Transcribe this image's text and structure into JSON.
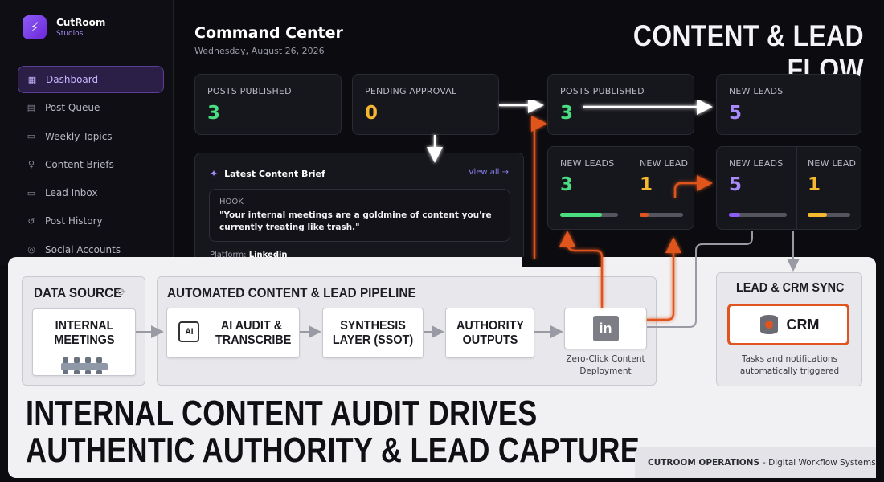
{
  "brand": {
    "name": "CutRoom",
    "sub": "Studios",
    "logo_icon": "bolt-icon",
    "accent": "#8b5cf6"
  },
  "sidebar": {
    "items": [
      {
        "label": "Dashboard",
        "icon": "grid-icon",
        "active": true
      },
      {
        "label": "Post Queue",
        "icon": "calendar-icon"
      },
      {
        "label": "Weekly Topics",
        "icon": "document-icon"
      },
      {
        "label": "Content Briefs",
        "icon": "lightbulb-icon"
      },
      {
        "label": "Lead Inbox",
        "icon": "inbox-icon"
      },
      {
        "label": "Post History",
        "icon": "history-icon"
      },
      {
        "label": "Social Accounts",
        "icon": "instagram-icon"
      }
    ]
  },
  "header": {
    "title": "Command Center",
    "date": "Wednesday, August 26, 2026"
  },
  "flow_title": "CONTENT & LEAD FLOW",
  "stats": {
    "posts_published": {
      "label": "POSTS PUBLISHED",
      "value": "3"
    },
    "pending_approval": {
      "label": "PENDING APPROVAL",
      "value": "0"
    },
    "posts_published_2": {
      "label": "POSTS PUBLISHED",
      "value": "3"
    },
    "new_leads_top": {
      "label": "NEW LEADS",
      "value": "5"
    },
    "leads_a": {
      "label": "NEW LEADS",
      "value": "3",
      "progress": 0.72
    },
    "lead_a": {
      "label": "NEW LEAD",
      "value": "1",
      "progress": 0.2
    },
    "leads_b": {
      "label": "NEW LEADS",
      "value": "5",
      "progress": 0.2
    },
    "lead_b": {
      "label": "NEW LEAD",
      "value": "1",
      "progress": 0.45
    }
  },
  "colors": {
    "green": "#4ade80",
    "orange": "#f5b82e",
    "purple": "#a78bfa",
    "red": "#e0541f",
    "flow_orange": "#e0541f"
  },
  "brief": {
    "title": "Latest Content Brief",
    "view_all": "View all →",
    "hook_label": "HOOK",
    "hook_text": "\"Your internal meetings are a goldmine of content you're currently treating like trash.\"",
    "platform_label": "Platform:",
    "platform_value": "Linkedin"
  },
  "pipeline": {
    "data_source_title": "DATA SOURCE",
    "internal_meetings": "INTERNAL MEETINGS",
    "pipeline_title": "AUTOMATED CONTENT & LEAD PIPELINE",
    "ai_audit": "AI AUDIT & TRANSCRIBE",
    "ai_chip": "AI",
    "synthesis": "SYNTHESIS LAYER (SSOT)",
    "authority": "AUTHORITY OUTPUTS",
    "linkedin_icon": "in",
    "deploy_caption": "Zero-Click Content Deployment",
    "crm_title": "LEAD & CRM SYNC",
    "crm_label": "CRM",
    "crm_caption": "Tasks and notifications automatically triggered"
  },
  "headline": {
    "line1": "INTERNAL CONTENT AUDIT DRIVES",
    "line2": "AUTHENTIC AUTHORITY & LEAD CAPTURE"
  },
  "footer": {
    "brand": "CUTROOM OPERATIONS",
    "tagline": "- Digital Workflow Systems"
  }
}
